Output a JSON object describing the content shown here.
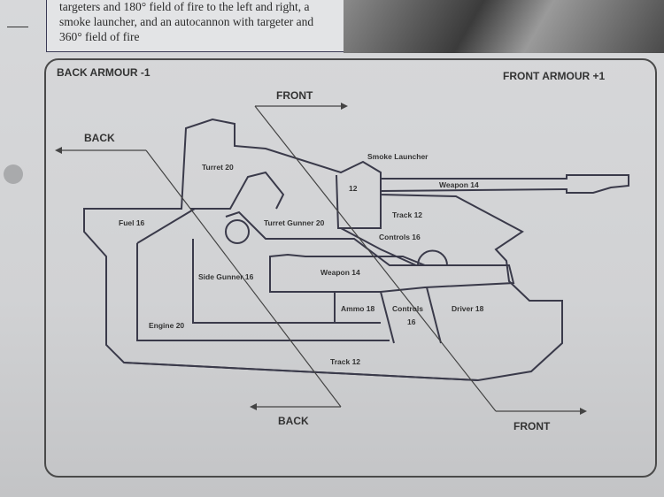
{
  "header_text": {
    "line1": "targeters and 180° field of fire to the left and right, a",
    "line2": "smoke launcher, and an autocannon with targeter and",
    "line3": "360° field of fire"
  },
  "armour": {
    "back": "BACK ARMOUR -1",
    "front": "FRONT ARMOUR +1"
  },
  "arrows": {
    "front_top": "FRONT",
    "back_top": "BACK",
    "back_bottom": "BACK",
    "front_bottom": "FRONT"
  },
  "locations": {
    "turret": "Turret 20",
    "smoke_launcher": "Smoke Launcher",
    "turret_12": "12",
    "main_weapon": "Weapon 14",
    "fuel": "Fuel 16",
    "turret_gunner": "Turret Gunner 20",
    "track_upper": "Track 12",
    "controls_upper": "Controls 16",
    "side_gunner": "Side Gunner 16",
    "hull_weapon": "Weapon 14",
    "ammo": "Ammo 18",
    "controls_lower": "Controls",
    "controls_lower_value": "16",
    "driver": "Driver 18",
    "engine": "Engine 20",
    "track_lower": "Track 12"
  }
}
